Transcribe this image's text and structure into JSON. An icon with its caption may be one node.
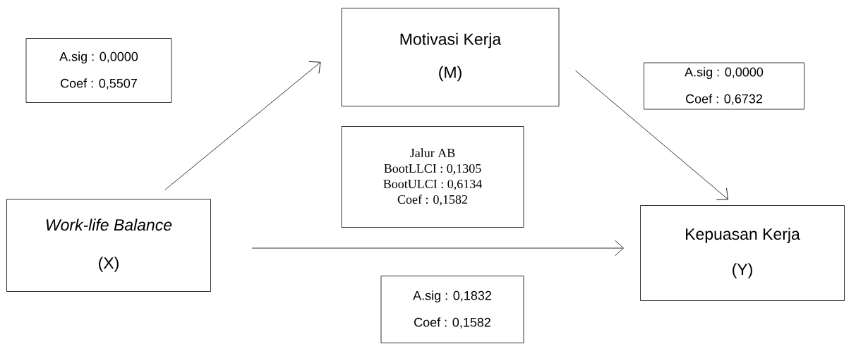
{
  "diagram": {
    "nodes": [
      {
        "text": [
          "Work-life Balance",
          "(X)"
        ]
      },
      {
        "text": [
          "Motivasi Kerja",
          "(M)"
        ]
      },
      {
        "text": [
          "Kepuasan Kerja",
          "(Y)"
        ]
      },
      {
        "text": [
          "A.sig : 0,0000",
          "Coef : 0,5507"
        ]
      },
      {
        "text": [
          "A.sig : 0,0000",
          "Coef : 0,6732"
        ]
      },
      {
        "text": [
          "Jalur AB",
          "BootLLCI : 0,1305",
          "BootULCI : 0,6134",
          "Coef : 0,1582"
        ]
      },
      {
        "text": [
          "A.sig : 0,1832",
          "Coef : 0,1582"
        ]
      }
    ],
    "edges": [
      {
        "from": 0,
        "to": 1,
        "arrow": "to"
      },
      {
        "from": 1,
        "to": 2,
        "arrow": "to"
      },
      {
        "from": 0,
        "to": 2,
        "arrow": "to"
      }
    ]
  }
}
